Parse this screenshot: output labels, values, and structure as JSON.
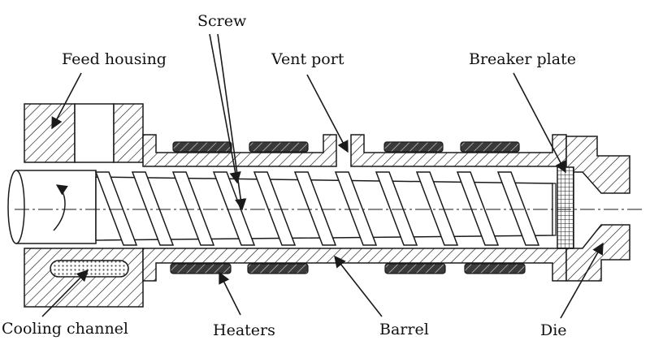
{
  "labels": {
    "screw": "Screw",
    "feed_housing": "Feed housing",
    "vent_port": "Vent port",
    "breaker_plate": "Breaker plate",
    "cooling_channel": "Cooling channel",
    "heaters": "Heaters",
    "barrel": "Barrel",
    "die": "Die"
  },
  "colors": {
    "line": "#1a1a1a",
    "heater_fill": "#3a3a3a",
    "background": "#ffffff"
  }
}
